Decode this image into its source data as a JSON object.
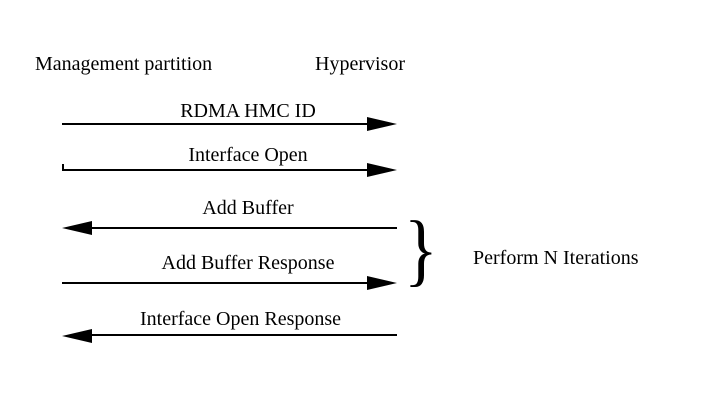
{
  "colors": {
    "background": "#ffffff",
    "ink": "#000000"
  },
  "diagram": {
    "actors": [
      {
        "label": "Management partition"
      },
      {
        "label": "Hypervisor"
      }
    ],
    "messages": [
      {
        "label": "RDMA HMC ID",
        "direction": "right",
        "from": "Management partition",
        "to": "Hypervisor"
      },
      {
        "label": "Interface Open",
        "direction": "right",
        "from": "Management partition",
        "to": "Hypervisor"
      },
      {
        "label": "Add Buffer",
        "direction": "left",
        "from": "Hypervisor",
        "to": "Management partition"
      },
      {
        "label": "Add Buffer Response",
        "direction": "right",
        "from": "Management partition",
        "to": "Hypervisor"
      },
      {
        "label": "Interface Open Response",
        "direction": "left",
        "from": "Hypervisor",
        "to": "Management partition"
      }
    ],
    "annotation": {
      "brace_glyph": "}",
      "label": "Perform N Iterations",
      "grouped_messages": [
        "Add Buffer",
        "Add Buffer Response"
      ]
    }
  }
}
